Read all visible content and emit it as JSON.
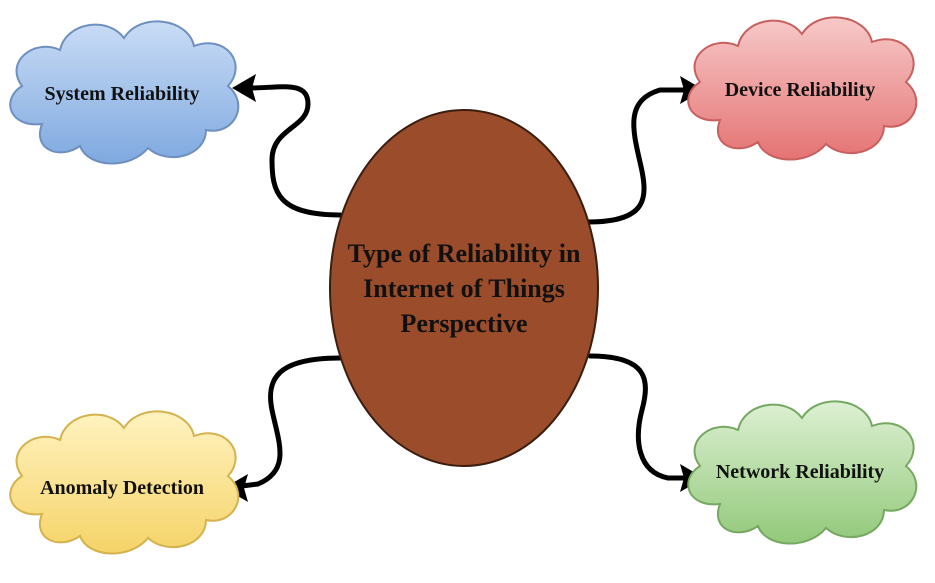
{
  "center": {
    "lines": [
      "Type of Reliability in",
      "Internet of Things",
      "Perspective"
    ],
    "color": "#9B4C2A"
  },
  "nodes": [
    {
      "id": "system",
      "label": "System Reliability",
      "color_top": "#C9DCF5",
      "color_bottom": "#7FA9E0",
      "stroke": "#6E8FC0"
    },
    {
      "id": "device",
      "label": "Device Reliability",
      "color_top": "#F7C9C9",
      "color_bottom": "#E57373",
      "stroke": "#C86060"
    },
    {
      "id": "anomaly",
      "label": "Anomaly Detection",
      "color_top": "#FFF3C0",
      "color_bottom": "#F5D368",
      "stroke": "#D4B24E"
    },
    {
      "id": "network",
      "label": "Network Reliability",
      "color_top": "#DDF0D3",
      "color_bottom": "#92C97A",
      "stroke": "#77A862"
    }
  ]
}
